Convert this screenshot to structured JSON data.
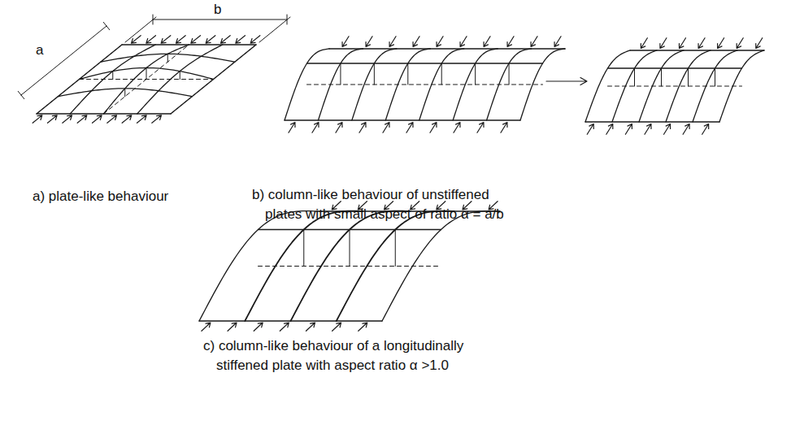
{
  "diagram": {
    "labels": [
      "a",
      "b",
      "a) plate-like behaviour",
      "b) column-like behaviour of unstiffened plates with small aspect of ratio α = a/b",
      "c) column-like behaviour of a longitudinally stiffened plate with aspect ratio α >1.0"
    ]
  }
}
